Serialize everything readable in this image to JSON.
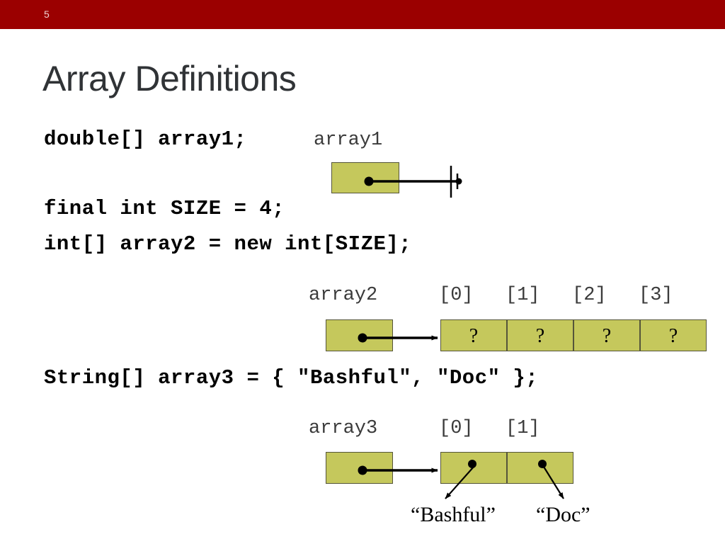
{
  "slide": {
    "number": "5",
    "title": "Array Definitions",
    "header_color": "#9B0000",
    "title_color": "#303336",
    "box_fill_color": "#C5C85C",
    "box_border_color": "#55553A"
  },
  "code": {
    "line1": "double[] array1;",
    "line2": "final int SIZE = 4;",
    "line3": "int[] array2 = new int[SIZE];",
    "line4": "String[] array3 = { \"Bashful\", \"Doc\" };"
  },
  "diagrams": [
    {
      "name": "array1",
      "var_label": "array1",
      "reference_is_null": true,
      "cells": []
    },
    {
      "name": "array2",
      "var_label": "array2",
      "reference_is_null": false,
      "index_labels": [
        "[0]",
        "[1]",
        "[2]",
        "[3]"
      ],
      "cells": [
        "?",
        "?",
        "?",
        "?"
      ]
    },
    {
      "name": "array3",
      "var_label": "array3",
      "reference_is_null": false,
      "index_labels": [
        "[0]",
        "[1]"
      ],
      "cells": [
        "",
        ""
      ],
      "value_labels": [
        "“Bashful”",
        "“Doc”"
      ]
    }
  ]
}
